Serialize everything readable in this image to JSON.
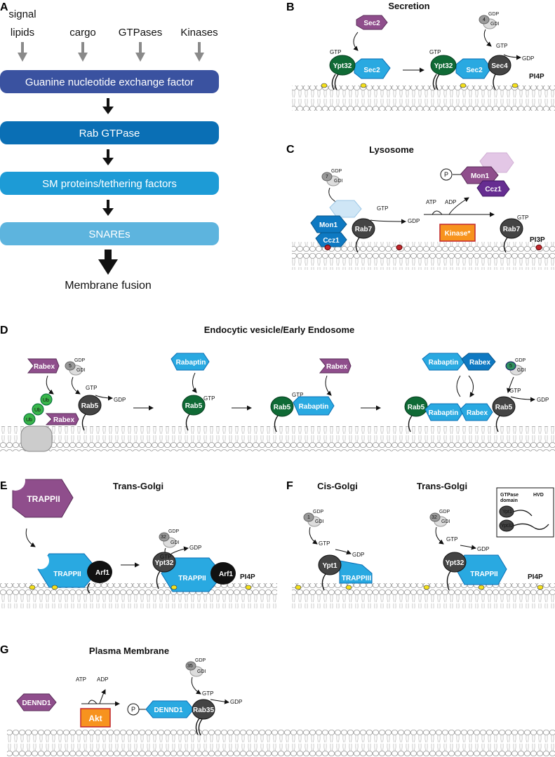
{
  "panels": {
    "A": "A",
    "B": "B",
    "C": "C",
    "D": "D",
    "E": "E",
    "F": "F",
    "G": "G"
  },
  "panel_a": {
    "inputs": [
      "signal\nlipids",
      "cargo",
      "GTPases",
      "Kinases"
    ],
    "input_signal": "signal",
    "input_lipids": "lipids",
    "input_cargo": "cargo",
    "input_gtpases": "GTPases",
    "input_kinases": "Kinases",
    "box_gef": "Guanine nucleotide exchange factor",
    "box_rab": "Rab GTPase",
    "box_sm": "SM proteins/tethering factors",
    "box_snares": "SNAREs",
    "result": "Membrane fusion",
    "colors": {
      "gef": "#3a52a0",
      "rab": "#0a6fb5",
      "sm": "#1d9bd6",
      "snares": "#5db4de"
    }
  },
  "panel_b": {
    "title": "Secretion",
    "sec2": "Sec2",
    "ypt32": "Ypt32",
    "sec4": "Sec4",
    "gtp": "GTP",
    "gdp": "GDP",
    "gdi": "GDI",
    "rab_num": "4",
    "lipid": "PI4P"
  },
  "panel_c": {
    "title": "Lysosome",
    "mon1": "Mon1",
    "ccz1": "Ccz1",
    "rab7": "Rab7",
    "kinase": "Kinase*",
    "atp": "ATP",
    "adp": "ADP",
    "p": "P",
    "gtp": "GTP",
    "gdp": "GDP",
    "gdi": "GDI",
    "rab_num": "7",
    "lipid": "PI3P"
  },
  "panel_d": {
    "title": "Endocytic vesicle/Early Endosome",
    "rabex": "Rabex",
    "rabaptin": "Rabaptin",
    "rab5": "Rab5",
    "ub": "Ub",
    "gtp": "GTP",
    "gdp": "GDP",
    "gdi": "GDI",
    "rab_num": "5"
  },
  "panel_e": {
    "title": "Trans-Golgi",
    "trappii": "TRAPPII",
    "arf1": "Arf1",
    "ypt32": "Ypt32",
    "gtp": "GTP",
    "gdp": "GDP",
    "gdi": "GDI",
    "rab_num": "32",
    "lipid": "PI4P"
  },
  "panel_f": {
    "title_cis": "Cis-Golgi",
    "title_trans": "Trans-Golgi",
    "trappiii": "TRAPPIII",
    "trappii": "TRAPPII",
    "ypt1": "Ypt1",
    "ypt32": "Ypt32",
    "gtp": "GTP",
    "gdp": "GDP",
    "gdi": "GDI",
    "rab_num1": "1",
    "rab_num32": "32",
    "lipid": "PI4P",
    "legend_domain": "GTPase\ndomain",
    "legend_domain_1": "GTPase",
    "legend_domain_2": "domain",
    "legend_hvd": "HVD"
  },
  "panel_g": {
    "title": "Plasma Membrane",
    "dennd1": "DENND1",
    "akt": "Akt",
    "atp": "ATP",
    "adp": "ADP",
    "p": "P",
    "rab35": "Rab35",
    "gtp": "GTP",
    "gdp": "GDP",
    "gdi": "GDI",
    "rab_num": "35"
  }
}
